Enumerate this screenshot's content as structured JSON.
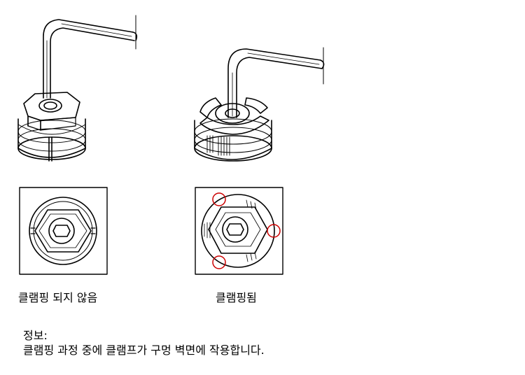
{
  "diagram": {
    "panels": [
      {
        "caption": "클램핑 되지 않음",
        "state": "unclamped"
      },
      {
        "caption": "클램핑됨",
        "state": "clamped"
      }
    ],
    "highlight_color": "#cc0000",
    "line_color": "#000000"
  },
  "info": {
    "heading": "정보:",
    "text": "클램핑 과정 중에 클램프가 구멍 벽면에 작용합니다."
  }
}
